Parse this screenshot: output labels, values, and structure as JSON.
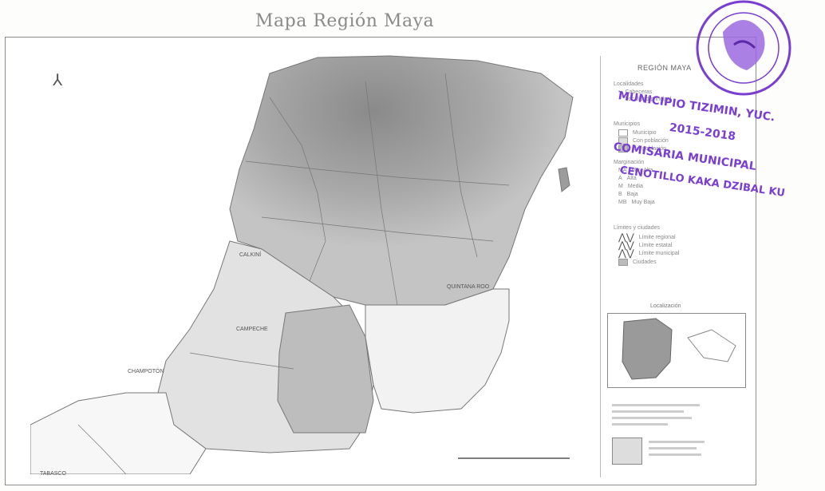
{
  "title": "Mapa Región Maya",
  "legend": {
    "title": "REGIÓN MAYA",
    "section_localidades": "Localidades",
    "loc_items": [
      "Cabeceras",
      "Localidad principal"
    ],
    "section_municipios": "Municipios",
    "mun_items": [
      "Municipio",
      "Con población",
      "Sin población"
    ],
    "section_marginacion": "Marginación",
    "marg_items": [
      "Muy Alta",
      "Alta",
      "Media",
      "Baja",
      "Muy Baja"
    ],
    "marg_codes": [
      "MA",
      "A",
      "M",
      "B",
      "MB"
    ],
    "section_limites": "Límites y ciudades",
    "lim_items": [
      "Límite regional",
      "Límite estatal",
      "Límite municipal",
      "Ciudades"
    ],
    "inset_label": "Localización"
  },
  "map_labels": {
    "campeche": "CAMPECHE",
    "quintana_roo": "QUINTANA ROO",
    "tabasco": "TABASCO",
    "chiapas_label": "CHAMPOTÓN",
    "calkini": "CALKINÍ"
  },
  "stamp": {
    "line1": "MUNICIPIO TIZIMIN, YUC.",
    "line2": "2015-2018",
    "line3": "COMISARIA MUNICIPAL",
    "line4": "CENOTILLO KAKA DZIBAL KU"
  },
  "colors": {
    "peninsula_fill": "#b9b9b9",
    "dense_fill": "#8f8f8f",
    "light_fill": "#e9e9e9",
    "stamp": "#7a3ed1"
  },
  "icons": [
    "north-arrow-icon",
    "seal-icon"
  ]
}
